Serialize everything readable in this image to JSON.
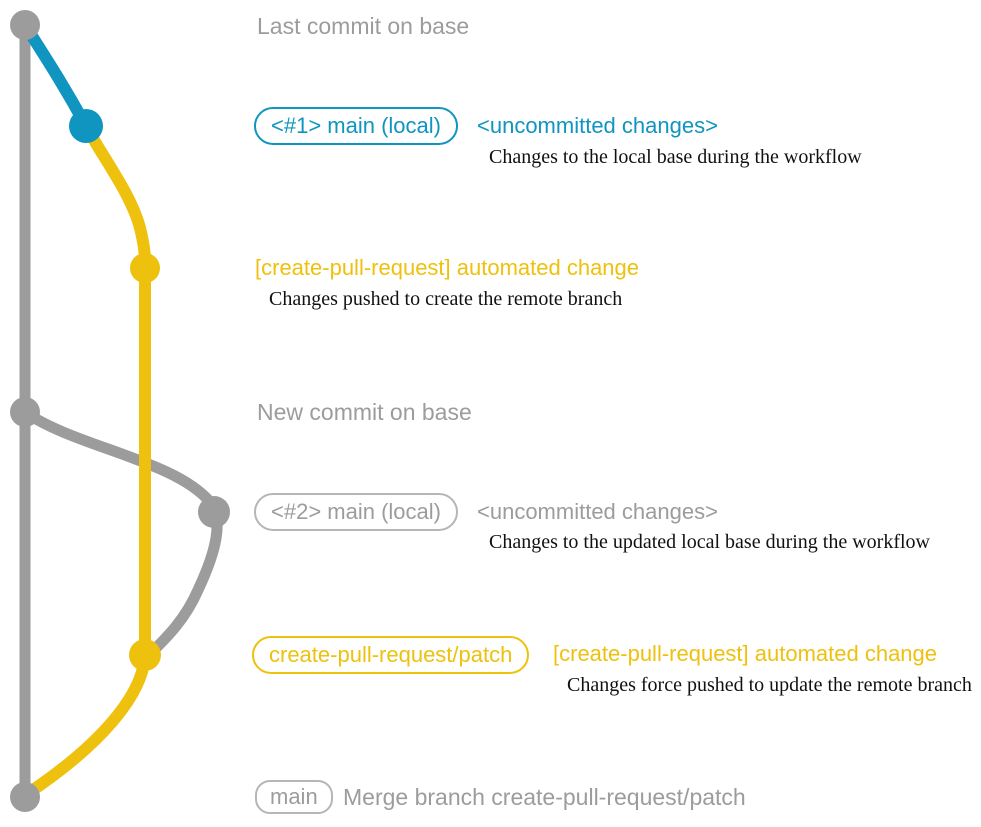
{
  "colors": {
    "blue": "#0f95c0",
    "yellow": "#eec10e",
    "gray": "#9c9c9c",
    "light_gray_border": "#b6b6b6",
    "black": "#111111"
  },
  "graph": {
    "lanes": [
      "base",
      "main (local)",
      "create-pull-request/patch"
    ],
    "nodes": [
      "last-commit-on-base",
      "uncommitted-changes-1",
      "automated-change-commit-1",
      "new-commit-on-base",
      "uncommitted-changes-2",
      "automated-change-commit-2",
      "merge-commit"
    ]
  },
  "rows": {
    "r1": {
      "title": "Last commit on base"
    },
    "r2": {
      "badge": "<#1> main (local)",
      "label": "<uncommitted changes>",
      "description": "Changes to the local base during the workflow"
    },
    "r3": {
      "label": "[create-pull-request] automated change",
      "description": "Changes pushed to create the remote branch"
    },
    "r4": {
      "title": "New commit on base"
    },
    "r5": {
      "badge": "<#2> main (local)",
      "label": "<uncommitted changes>",
      "description": "Changes to the updated local base during the workflow"
    },
    "r6": {
      "badge": "create-pull-request/patch",
      "label": "[create-pull-request] automated change",
      "description": "Changes force pushed to update the remote branch"
    },
    "r7": {
      "badge": "main",
      "label": "Merge branch create-pull-request/patch"
    }
  }
}
